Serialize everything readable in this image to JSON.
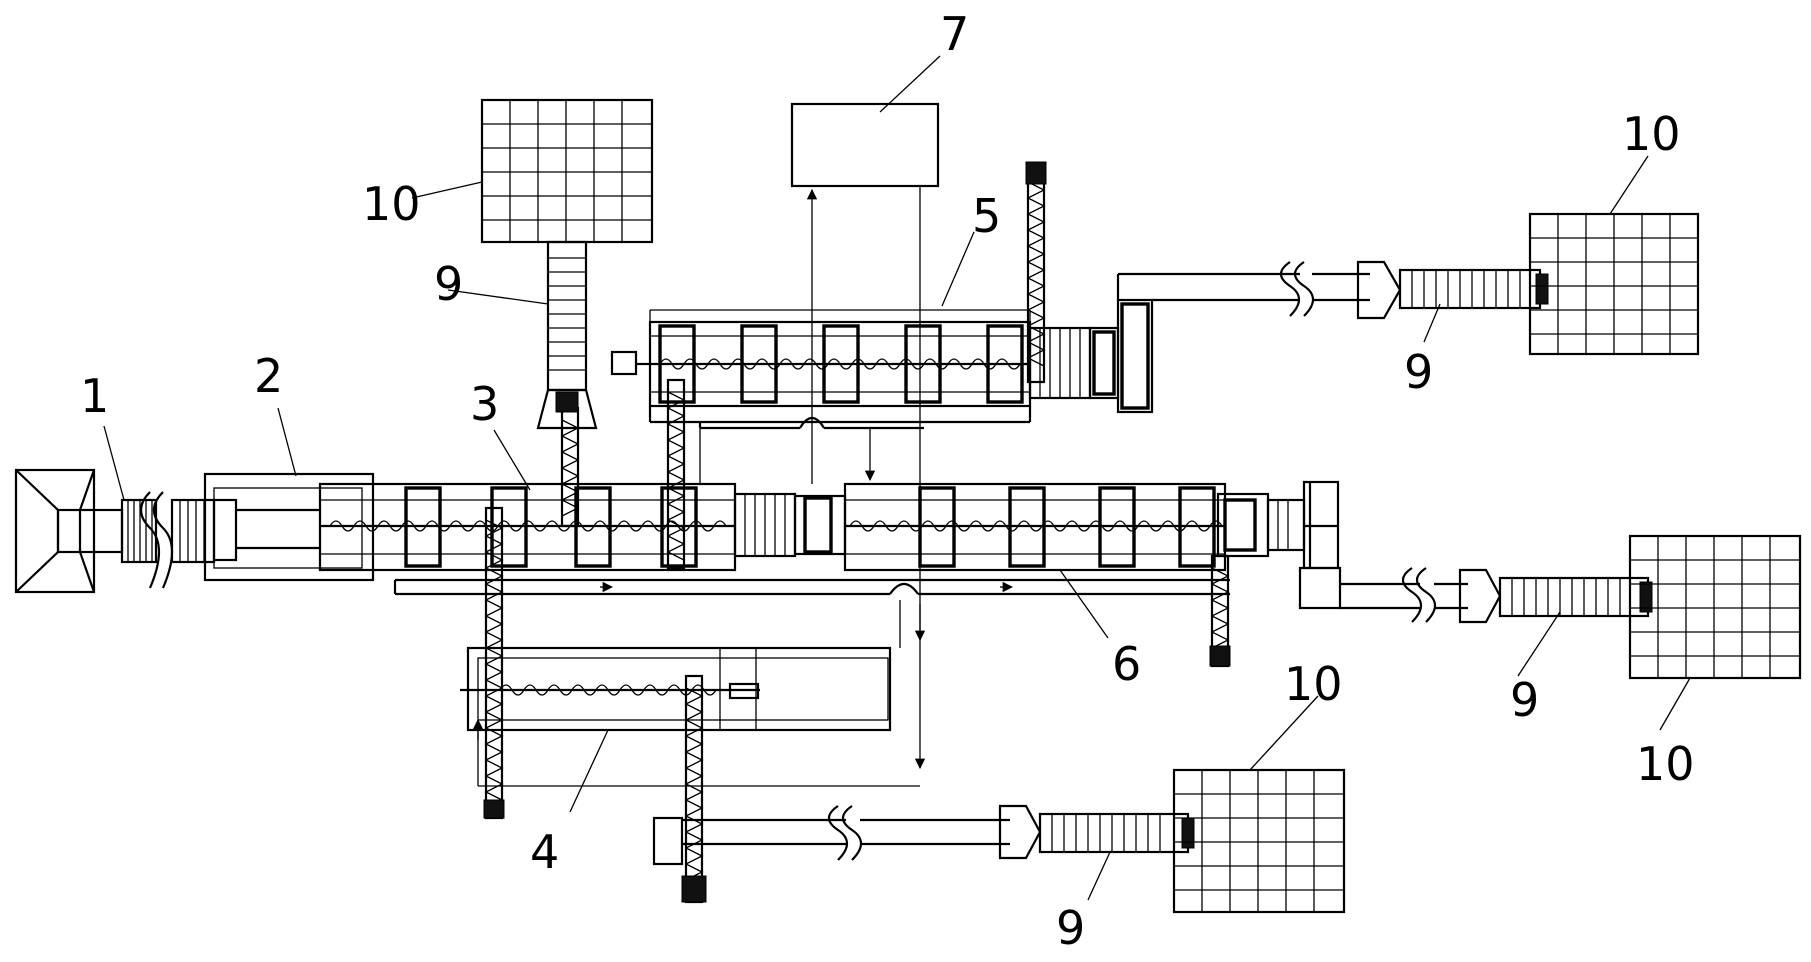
{
  "labels": {
    "l1": "1",
    "l2": "2",
    "l3": "3",
    "l4": "4",
    "l5": "5",
    "l6": "6",
    "l7": "7",
    "l9a": "9",
    "l9b": "9",
    "l9c": "9",
    "l9d": "9",
    "l10a": "10",
    "l10b": "10",
    "l10c": "10",
    "l10d": "10"
  }
}
